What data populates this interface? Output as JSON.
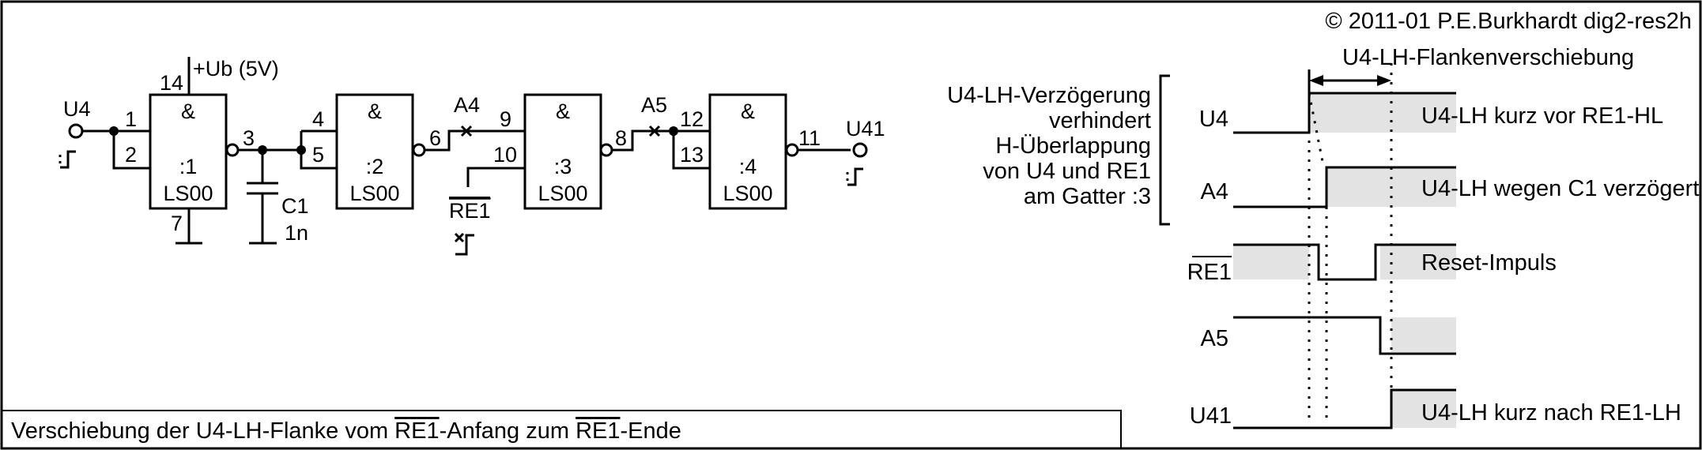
{
  "copyright": "© 2011-01 P.E.Burkhardt dig2-res2h",
  "caption": {
    "part1": "Verschiebung der U4-LH-Flanke vom ",
    "signal_a": "RE1",
    "part2": "-Anfang zum ",
    "signal_b": "RE1",
    "part3": "-Ende"
  },
  "circuit": {
    "input_label": "U4",
    "output_label": "U41",
    "supply_label": "+Ub (5V)",
    "gates": [
      {
        "symbol": "&",
        "name": ":1",
        "type": "LS00"
      },
      {
        "symbol": "&",
        "name": ":2",
        "type": "LS00"
      },
      {
        "symbol": "&",
        "name": ":3",
        "type": "LS00"
      },
      {
        "symbol": "&",
        "name": ":4",
        "type": "LS00"
      }
    ],
    "pins": {
      "g1_in1": "1",
      "g1_in2": "2",
      "g1_out": "3",
      "g1_vcc": "14",
      "g1_gnd": "7",
      "g2_in1": "4",
      "g2_in2": "5",
      "g2_out": "6",
      "g3_in1": "9",
      "g3_in2": "10",
      "g3_out": "8",
      "g4_in1": "12",
      "g4_in2": "13",
      "g4_out": "11"
    },
    "capacitor_name": "C1",
    "capacitor_value": "1n",
    "node_a4": "A4",
    "node_a5": "A5",
    "reset_label": "RE1"
  },
  "timing": {
    "shift_label": "U4-LH-Flankenverschiebung",
    "bracket_note": [
      "U4-LH-Verzögerung",
      "verhindert",
      "H-Überlappung",
      "von U4 und RE1",
      "am Gatter :3"
    ],
    "signals": [
      {
        "name": "U4",
        "note": "U4-LH kurz vor RE1-HL"
      },
      {
        "name": "A4",
        "note": "U4-LH wegen C1 verzögert"
      },
      {
        "name": "RE1",
        "note": "Reset-Impuls",
        "overbar": true
      },
      {
        "name": "A5",
        "note": ""
      },
      {
        "name": "U41",
        "note": "U4-LH kurz nach RE1-LH"
      }
    ]
  },
  "colors": {
    "line": "#000000",
    "shade": "#e3e3e3",
    "background": "#ffffff"
  }
}
